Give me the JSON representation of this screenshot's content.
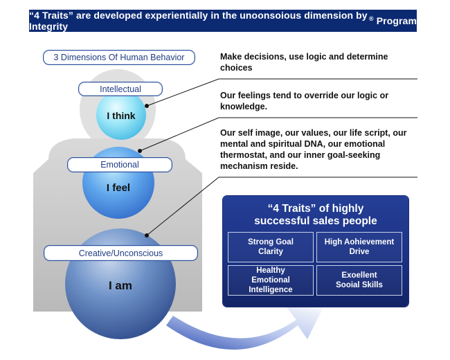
{
  "banner": {
    "text": "“4 Traits” are developed experientially in the unoonsoious dimension by Integrity",
    "registered_mark": "®",
    "suffix": " Program"
  },
  "dimensions_label": "3 Dimensions Of Human Behavior",
  "levels": [
    {
      "pill": "Intellectual",
      "sphere": "I think",
      "description": "Make decisions, use logic and determine choices"
    },
    {
      "pill": "Emotional",
      "sphere": "I feel",
      "description": "Our feelings tend to override our logic or knowledge."
    },
    {
      "pill": "Creative/Unconscious",
      "sphere": "I am",
      "description": "Our self image, our values, our life script, our mental and spiritual DNA, our emotional thermostat, and our inner goal-seeking mechanism reside."
    }
  ],
  "traits_panel": {
    "title_line1": "“4 Traits” of highly",
    "title_line2": "successful sales people",
    "traits": [
      {
        "line1": "Strong Goal",
        "line2": "Clarity"
      },
      {
        "line1": "High Aohievement",
        "line2": "Drive"
      },
      {
        "line1": "Healthy",
        "line2": "Emotional Intelligence"
      },
      {
        "line1": "Exoellent",
        "line2": "Sooial Skills"
      }
    ]
  },
  "colors": {
    "banner_bg": "#0c2a72",
    "panel_bg": "#1c3285",
    "silhouette": "#c8c8c8",
    "sphere_light": "#8fe0f5",
    "sphere_mid": "#4c8fe0",
    "sphere_dark": "#345a9e"
  }
}
